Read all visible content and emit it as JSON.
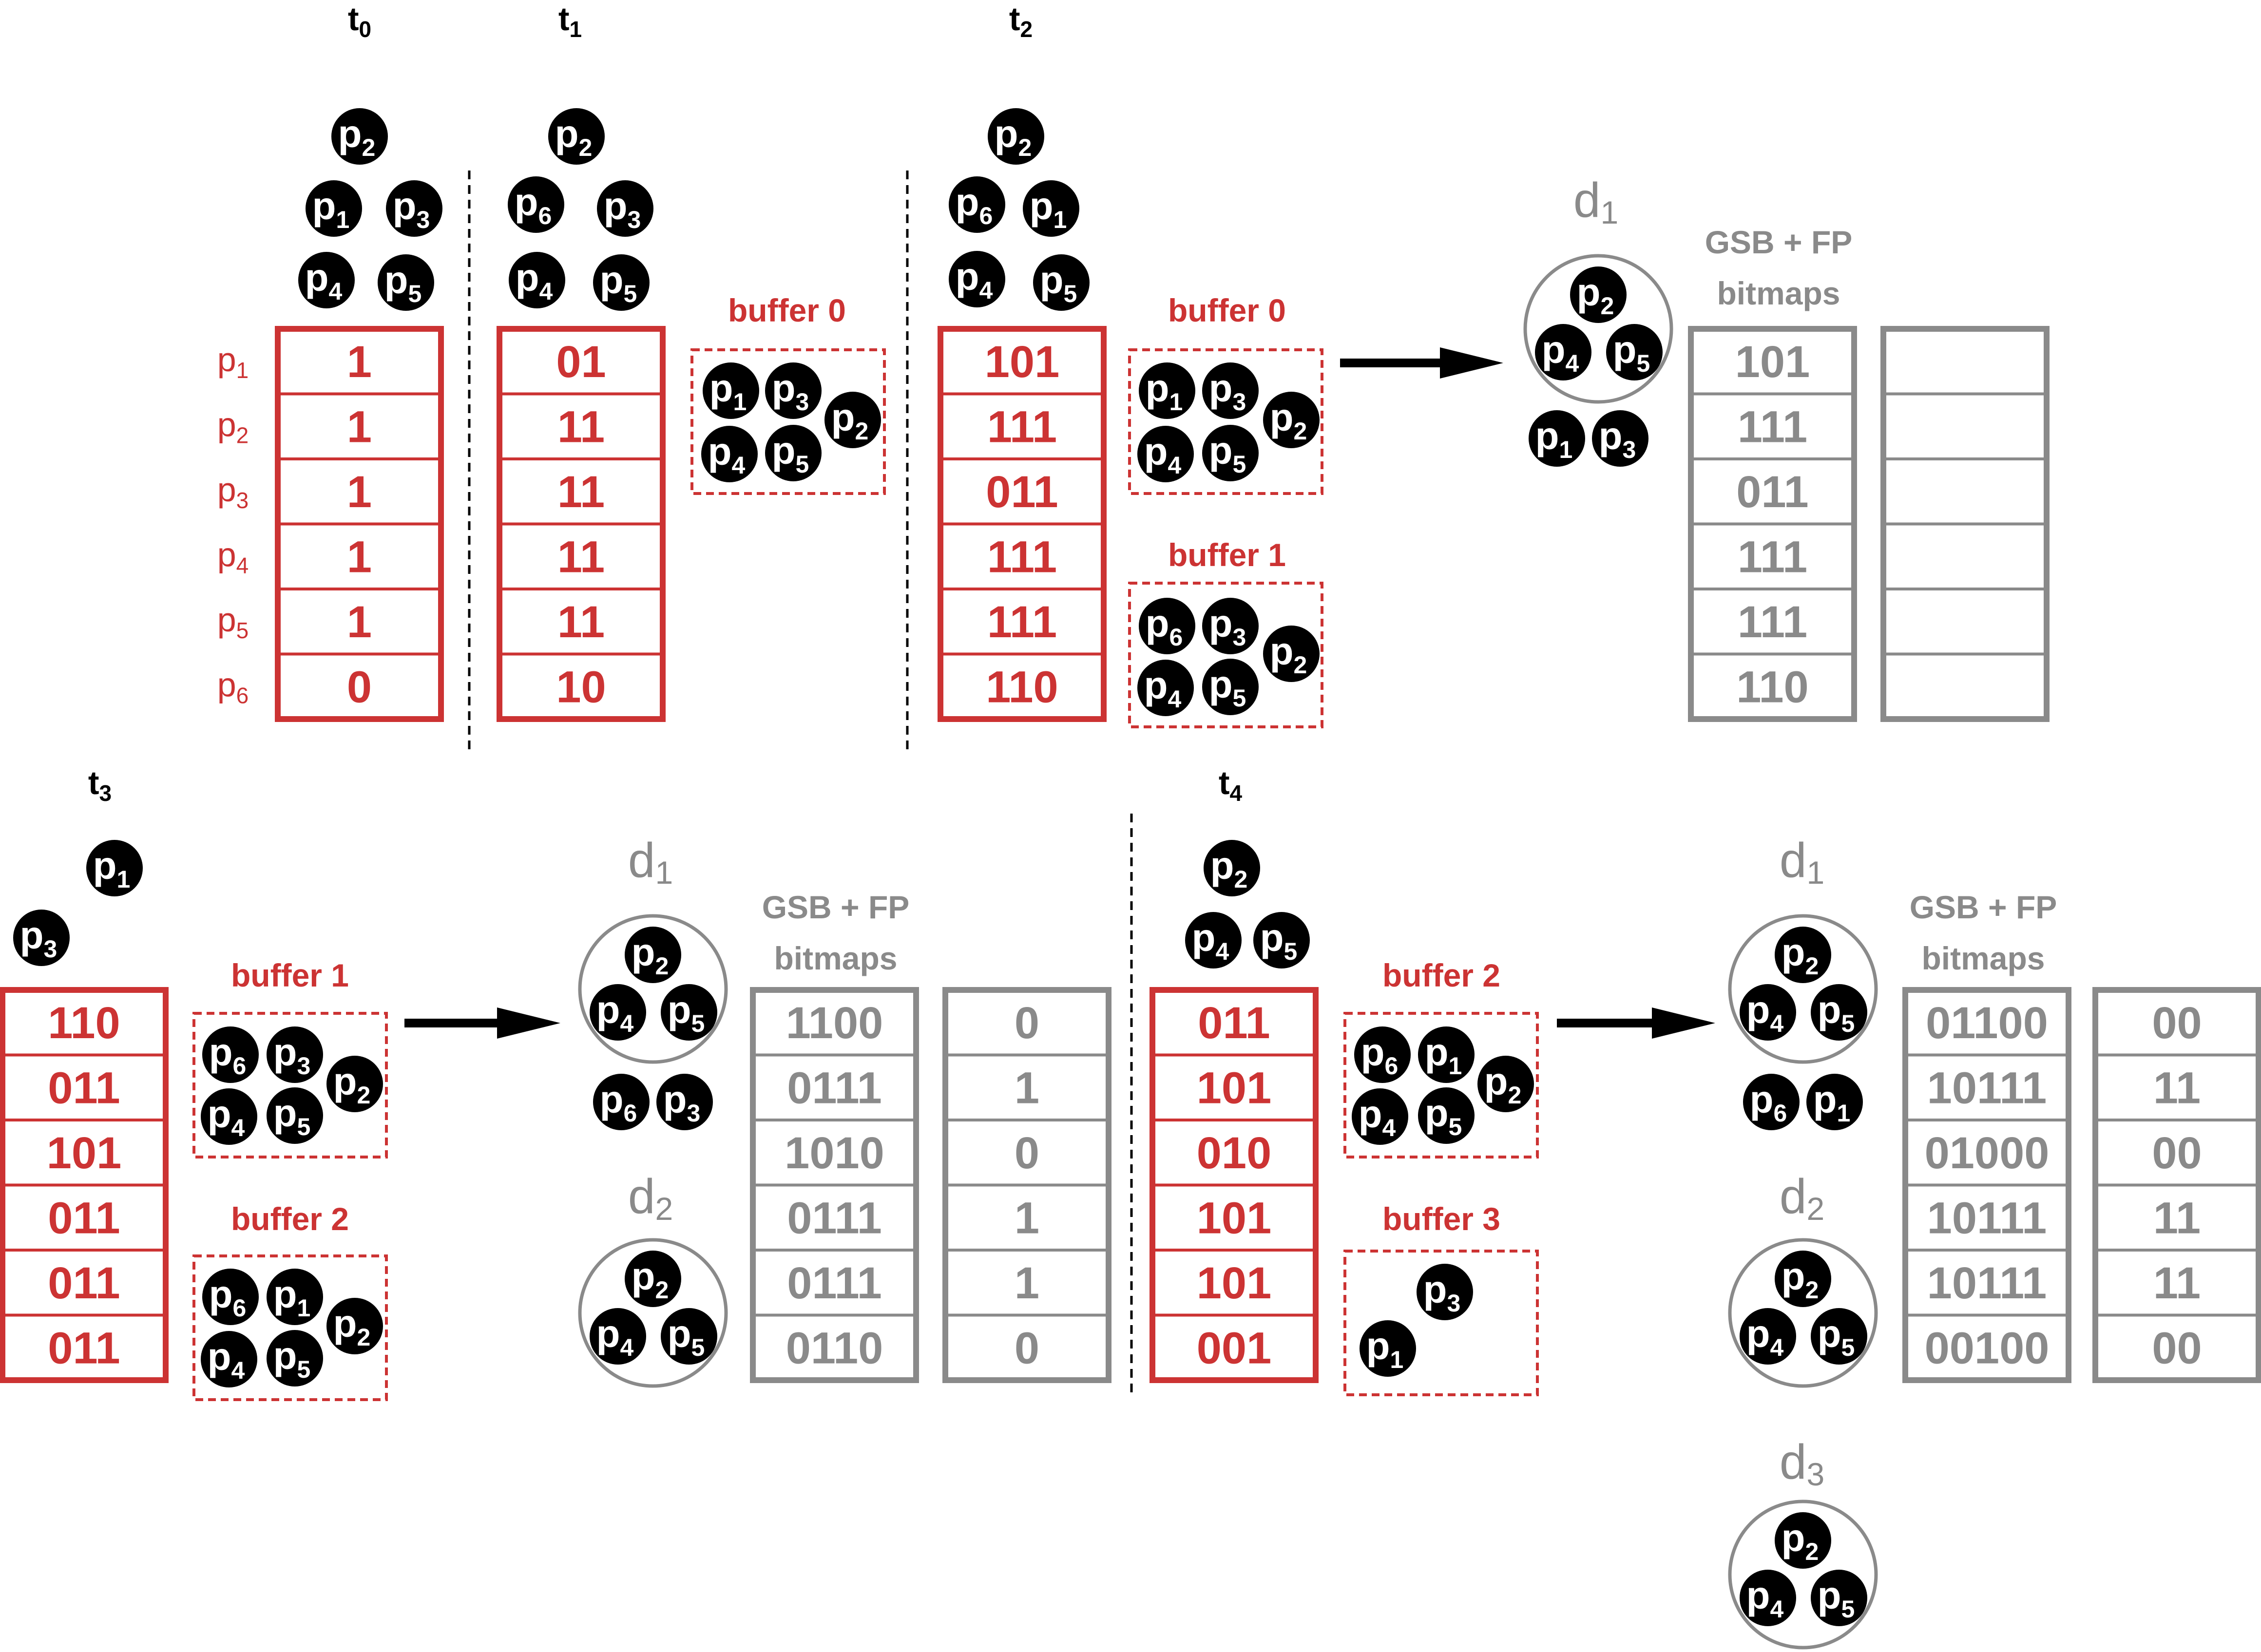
{
  "process_labels": [
    "p1",
    "p2",
    "p3",
    "p4",
    "p5",
    "p6"
  ],
  "times": [
    {
      "name": "t",
      "sub": "0"
    },
    {
      "name": "t",
      "sub": "1"
    },
    {
      "name": "t",
      "sub": "2"
    },
    {
      "name": "t",
      "sub": "3"
    },
    {
      "name": "t",
      "sub": "4"
    }
  ],
  "buffers": {
    "b0": "buffer 0",
    "b1": "buffer 1",
    "b2": "buffer 2",
    "b3": "buffer 3"
  },
  "gsb_title": {
    "line1": "GSB + FP",
    "line2": "bitmaps"
  },
  "d_labels": [
    {
      "name": "d",
      "sub": "1"
    },
    {
      "name": "d",
      "sub": "2"
    },
    {
      "name": "d",
      "sub": "3"
    }
  ],
  "tables": {
    "t0": [
      "1",
      "1",
      "1",
      "1",
      "1",
      "0"
    ],
    "t1": [
      "01",
      "11",
      "11",
      "11",
      "11",
      "10"
    ],
    "t2": [
      "101",
      "111",
      "011",
      "111",
      "111",
      "110"
    ],
    "t3": [
      "110",
      "011",
      "101",
      "011",
      "011",
      "011"
    ],
    "t4": [
      "011",
      "101",
      "010",
      "101",
      "101",
      "001"
    ],
    "gsb_t2": [
      "101",
      "111",
      "011",
      "111",
      "111",
      "110"
    ],
    "fp_t2": [
      "",
      "",
      "",
      "",
      "",
      ""
    ],
    "gsb_t3": [
      "1100",
      "0111",
      "1010",
      "0111",
      "0111",
      "0110"
    ],
    "fp_t3": [
      "0",
      "1",
      "0",
      "1",
      "1",
      "0"
    ],
    "gsb_t4": [
      "01100",
      "10111",
      "01000",
      "10111",
      "10111",
      "00100"
    ],
    "fp_t4": [
      "00",
      "11",
      "00",
      "11",
      "11",
      "00"
    ]
  },
  "colors": {
    "red": "#cc3333",
    "grey": "#8a8a8a",
    "node": "#000000",
    "arrow": "#000000"
  },
  "icon": "process-node-circle"
}
